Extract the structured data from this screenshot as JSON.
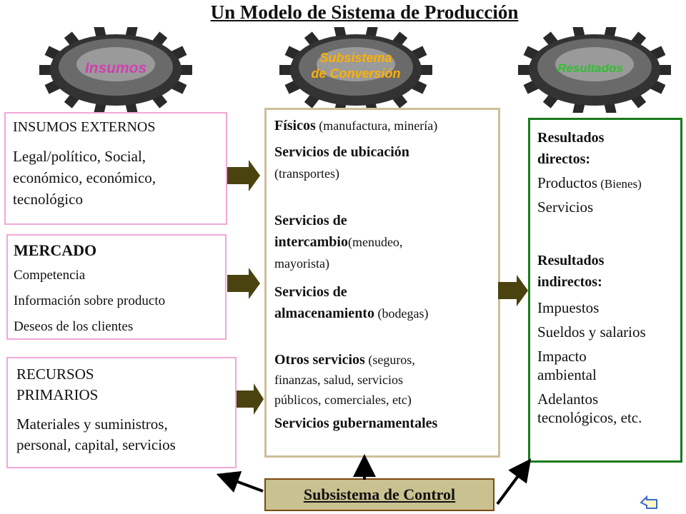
{
  "title": "Un Modelo de Sistema de Producción",
  "gears": {
    "insumos": "Insumos",
    "conversion_line1": "Subsistema",
    "conversion_line2": "de Conversión",
    "resultados": "Resultados"
  },
  "externos": {
    "heading": "INSUMOS EXTERNOS",
    "line1": "Legal/político, Social,",
    "line2": "económico, económico,",
    "line3": "tecnológico"
  },
  "mercado": {
    "heading": "MERCADO",
    "items": [
      "Competencia",
      "Información sobre producto",
      "Deseos de los clientes"
    ]
  },
  "recursos": {
    "heading1": "RECURSOS",
    "heading2": "PRIMARIOS",
    "line1": "Materiales y suministros,",
    "line2": "personal, capital, servicios"
  },
  "conversion": {
    "fisicos_bold": "Físicos",
    "fisicos_note": " (manufactura, minería)",
    "ubicacion_bold": "Servicios de ubicación",
    "ubicacion_note": "(transportes)",
    "intercambio_bold1": "Servicios de",
    "intercambio_bold2": "intercambio",
    "intercambio_note1": "(menudeo,",
    "intercambio_note2": "mayorista)",
    "almacen_bold1": "Servicios de",
    "almacen_bold2": "almacenamiento",
    "almacen_note": " (bodegas)",
    "otros_bold": "Otros servicios",
    "otros_note1": " (seguros,",
    "otros_note2": "finanzas, salud, servicios",
    "otros_note3": "públicos, comerciales, etc)",
    "gubernamentales": "Servicios gubernamentales"
  },
  "resultados": {
    "directos1": "Resultados",
    "directos2": "directos:",
    "productos": "Productos",
    "bienes": " (Bienes)",
    "servicios": "Servicios",
    "indirectos1": "Resultados",
    "indirectos2": "indirectos:",
    "impuestos": "Impuestos",
    "sueldos": "Sueldos y salarios",
    "impacto1": "Impacto",
    "impacto2": "ambiental",
    "adelantos1": "Adelantos",
    "adelantos2": "tecnológicos, etc."
  },
  "control": "Subsistema de Control",
  "colors": {
    "gear_dark": "#2a2a2a",
    "gear_label_insumos": "#d040b0",
    "gear_label_conv": "#ffb000",
    "gear_label_result": "#30c030",
    "arrow": "#4a4310",
    "control_bg": "#c9c190",
    "pink_border": "#f0a8d8",
    "green_border": "#1a7a1a"
  }
}
